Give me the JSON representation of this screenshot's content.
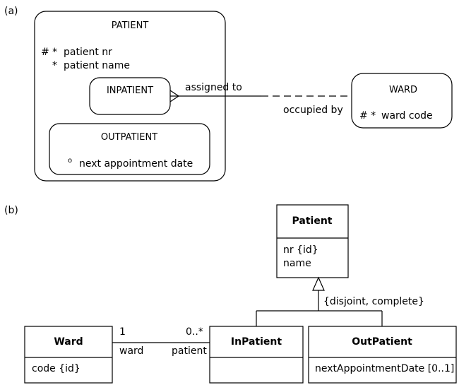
{
  "part_a": {
    "label": "(a)",
    "patient": {
      "title": "PATIENT",
      "attr1_marker": "# *",
      "attr1": "patient nr",
      "attr2_marker": "*",
      "attr2": "patient name"
    },
    "inpatient": {
      "title": "INPATIENT"
    },
    "outpatient": {
      "title": "OUTPATIENT",
      "attr_marker": "o",
      "attr": "next appointment date"
    },
    "ward": {
      "title": "WARD",
      "attr_marker": "# *",
      "attr": "ward code"
    },
    "relationship": {
      "label_inpatient_side": "assigned to",
      "label_ward_side": "occupied by"
    }
  },
  "part_b": {
    "label": "(b)",
    "patient": {
      "title": "Patient",
      "attr1": "nr {id}",
      "attr2": "name"
    },
    "generalization": {
      "constraint": "{disjoint, complete}"
    },
    "ward": {
      "title": "Ward",
      "attr": "code {id}"
    },
    "inpatient": {
      "title": "InPatient"
    },
    "outpatient": {
      "title": "OutPatient",
      "attr": "nextAppointmentDate [0..1]"
    },
    "association": {
      "ward_multiplicity": "1",
      "ward_role": "ward",
      "patient_multiplicity": "0..*",
      "patient_role": "patient"
    }
  }
}
